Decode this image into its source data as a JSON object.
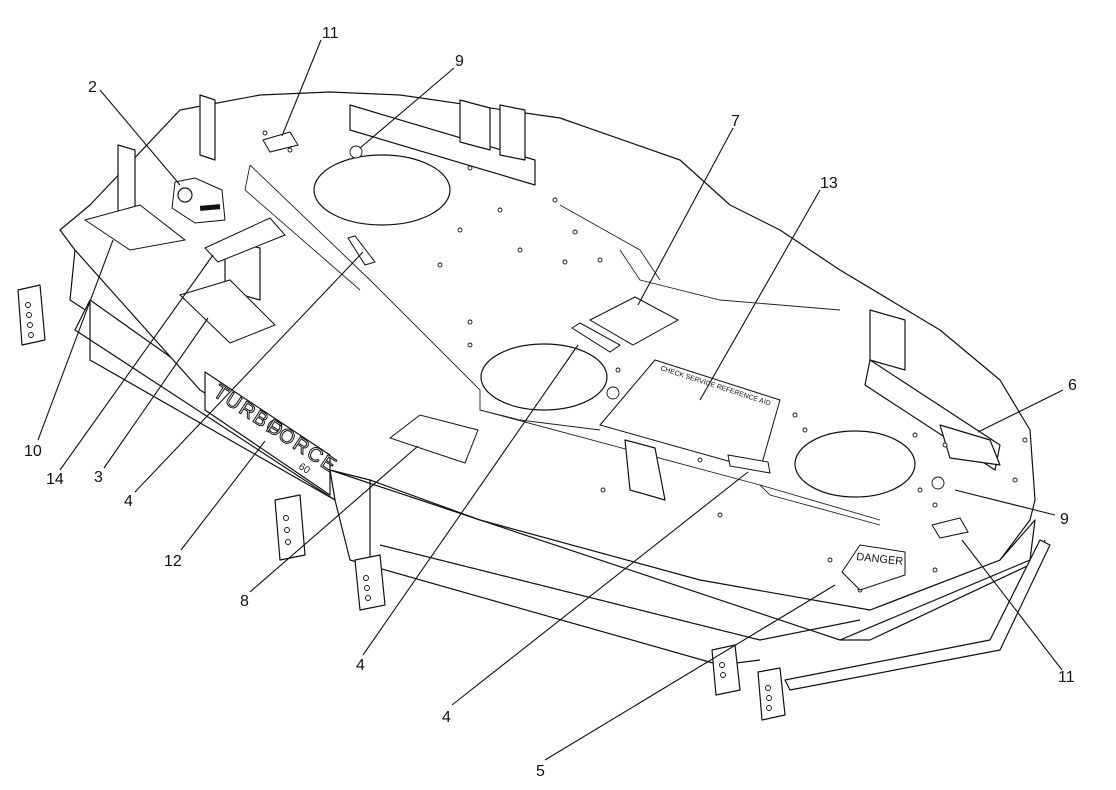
{
  "deck": {
    "brand_word_1": "TURBO",
    "brand_word_2": "FORCE",
    "brand_size": "60",
    "danger_decal": "DANGER",
    "service_decal": "CHECK SERVICE REFERENCE AID"
  },
  "callouts": [
    {
      "id": "c-11a",
      "label": "11"
    },
    {
      "id": "c-9a",
      "label": "9"
    },
    {
      "id": "c-2",
      "label": "2"
    },
    {
      "id": "c-7",
      "label": "7"
    },
    {
      "id": "c-13",
      "label": "13"
    },
    {
      "id": "c-6",
      "label": "6"
    },
    {
      "id": "c-9b",
      "label": "9"
    },
    {
      "id": "c-11b",
      "label": "11"
    },
    {
      "id": "c-10",
      "label": "10"
    },
    {
      "id": "c-14",
      "label": "14"
    },
    {
      "id": "c-3",
      "label": "3"
    },
    {
      "id": "c-4a",
      "label": "4"
    },
    {
      "id": "c-12",
      "label": "12"
    },
    {
      "id": "c-8",
      "label": "8"
    },
    {
      "id": "c-4b",
      "label": "4"
    },
    {
      "id": "c-4c",
      "label": "4"
    },
    {
      "id": "c-5",
      "label": "5"
    }
  ]
}
